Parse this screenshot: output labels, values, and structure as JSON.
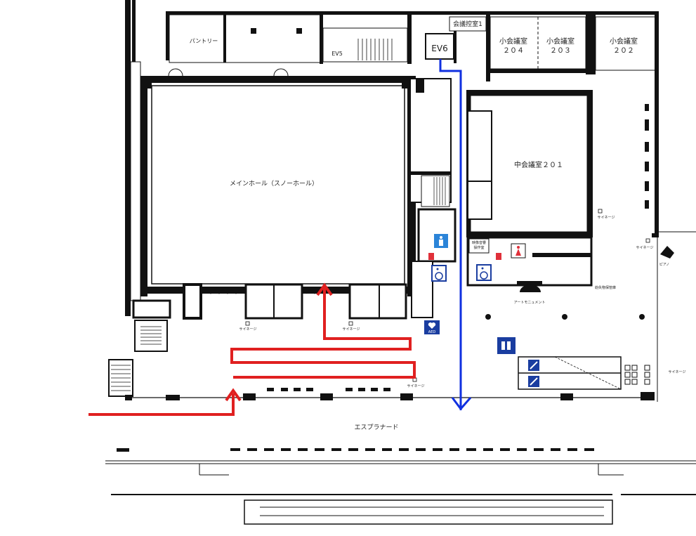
{
  "rooms": {
    "main_hall": "メインホール（スノーホール）",
    "pantry": "パントリー",
    "meeting_wait": "会議控室1",
    "small_204": [
      "小会議室",
      "２０４"
    ],
    "small_203": [
      "小会議室",
      "２０３"
    ],
    "small_202": [
      "小会議室",
      "２０２"
    ],
    "mid_201": "中会議室２０１",
    "ev6": "EV6",
    "ev5": "EV5",
    "esplanade": "エスプラナード",
    "art_monument": "アートモニュメント",
    "piano": "ピアノ",
    "aed": "AED",
    "booth": [
      "映像音響",
      "操作室"
    ],
    "lost_found": "紛失物保管庫"
  },
  "signage": "サイネージ",
  "icons": {
    "restroom_men": "restroom-men-icon",
    "restroom_women": "restroom-women-icon",
    "accessible": "wheelchair-icon",
    "elevator": "elevator-icon",
    "escalator": "escalator-icon",
    "aed": "aed-icon",
    "piano": "piano-icon"
  },
  "route_colors": {
    "red_route": "#e02020",
    "blue_route": "#1030e0"
  }
}
